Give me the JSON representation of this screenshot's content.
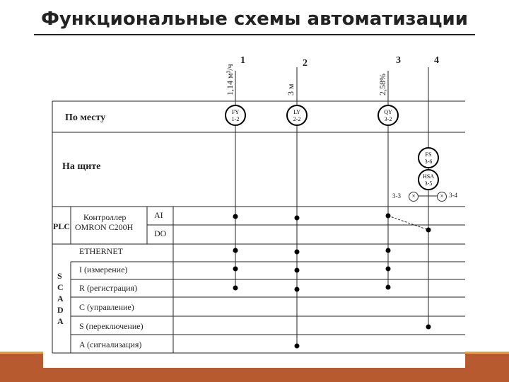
{
  "slide": {
    "title": "Функциональные схемы автоматизации"
  },
  "columns": [
    {
      "num": "1",
      "param": "1,14 м³/ч",
      "device_top": "FY",
      "device_bottom": "1-2"
    },
    {
      "num": "2",
      "param": "3 м",
      "device_top": "LY",
      "device_bottom": "2-2"
    },
    {
      "num": "3",
      "param": "2,58%",
      "device_top": "QY",
      "device_bottom": "3-2"
    },
    {
      "num": "4"
    }
  ],
  "panel_devices": [
    {
      "top": "FS",
      "bottom": "3-6"
    },
    {
      "top": "HSA",
      "bottom": "3-5"
    }
  ],
  "lamps": [
    {
      "label": "3-3"
    },
    {
      "label": "3-4"
    }
  ],
  "rows": {
    "local": "По месту",
    "panel": "На щите",
    "plc": "PLC",
    "controller_1": "Контроллер",
    "controller_2": "OMRON C200H",
    "ai": "AI",
    "do": "DO",
    "ethernet": "ETHERNET",
    "scada": "SCADA",
    "i": "I (измерение)",
    "r": "R (регистрация)",
    "c": "C (управление)",
    "s": "S (переключение)",
    "a": "A (сигнализация)"
  },
  "colors": {
    "band": "#b85a30",
    "band_top": "#e8a030"
  }
}
